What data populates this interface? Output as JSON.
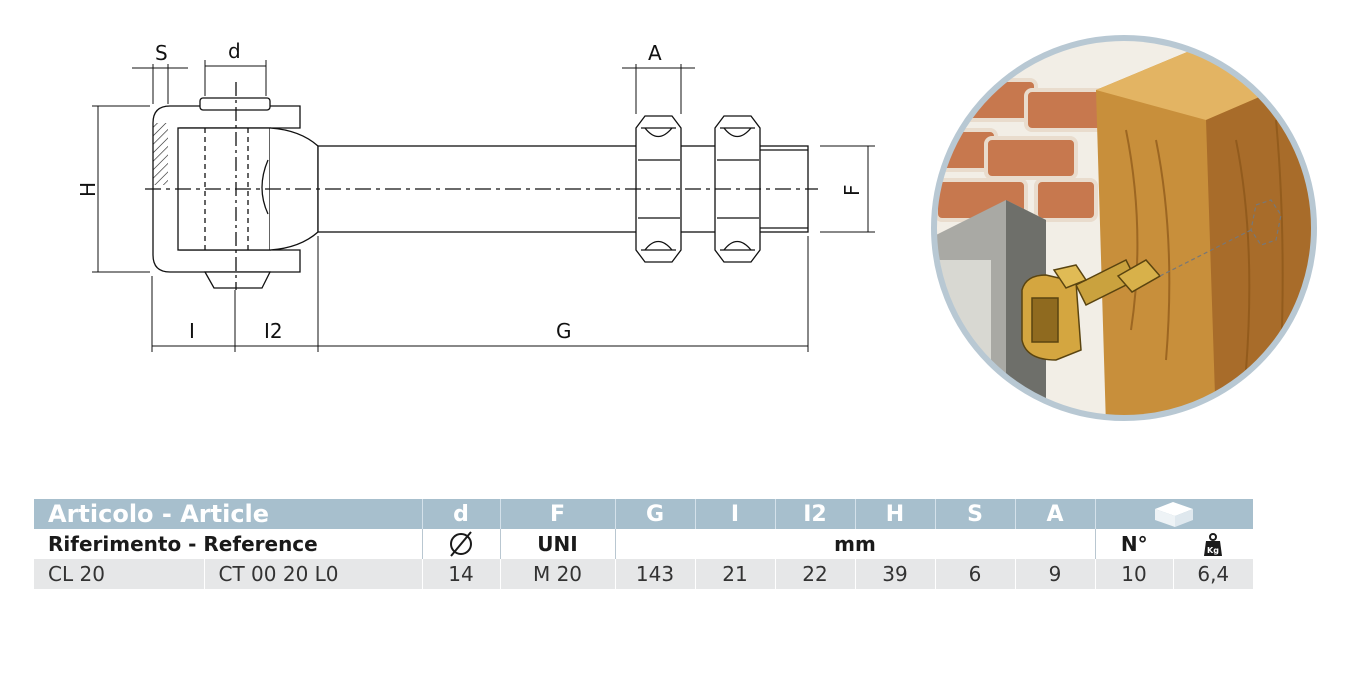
{
  "drawing": {
    "dim_labels": {
      "S": "S",
      "d": "d",
      "A": "A",
      "H": "H",
      "F": "F",
      "I": "I",
      "I2": "I2",
      "G": "G"
    }
  },
  "illustration": {
    "name": "gate-hinge-mounted-on-wooden-post"
  },
  "table": {
    "header": {
      "article": "Articolo - Article",
      "cols": [
        "d",
        "F",
        "G",
        "I",
        "I2",
        "H",
        "S",
        "A"
      ],
      "box_icon": "box-icon"
    },
    "reference_row": {
      "label": "Riferimento - Reference",
      "d_unit_icon": "diameter-icon",
      "f_unit": "UNI",
      "mm_unit": "mm",
      "qty_unit": "N°",
      "weight_icon": "weight-kg-icon",
      "weight_icon_text": "Kg"
    },
    "data_row": {
      "code1": "CL 20",
      "code2": "CT 00 20 L0",
      "d": "14",
      "F": "M 20",
      "G": "143",
      "I": "21",
      "I2": "22",
      "H": "39",
      "S": "6",
      "A": "9",
      "qty": "10",
      "weight": "6,4"
    },
    "colors": {
      "header_bg": "#a7bfcd",
      "row_bg": "#e6e7e8"
    }
  }
}
